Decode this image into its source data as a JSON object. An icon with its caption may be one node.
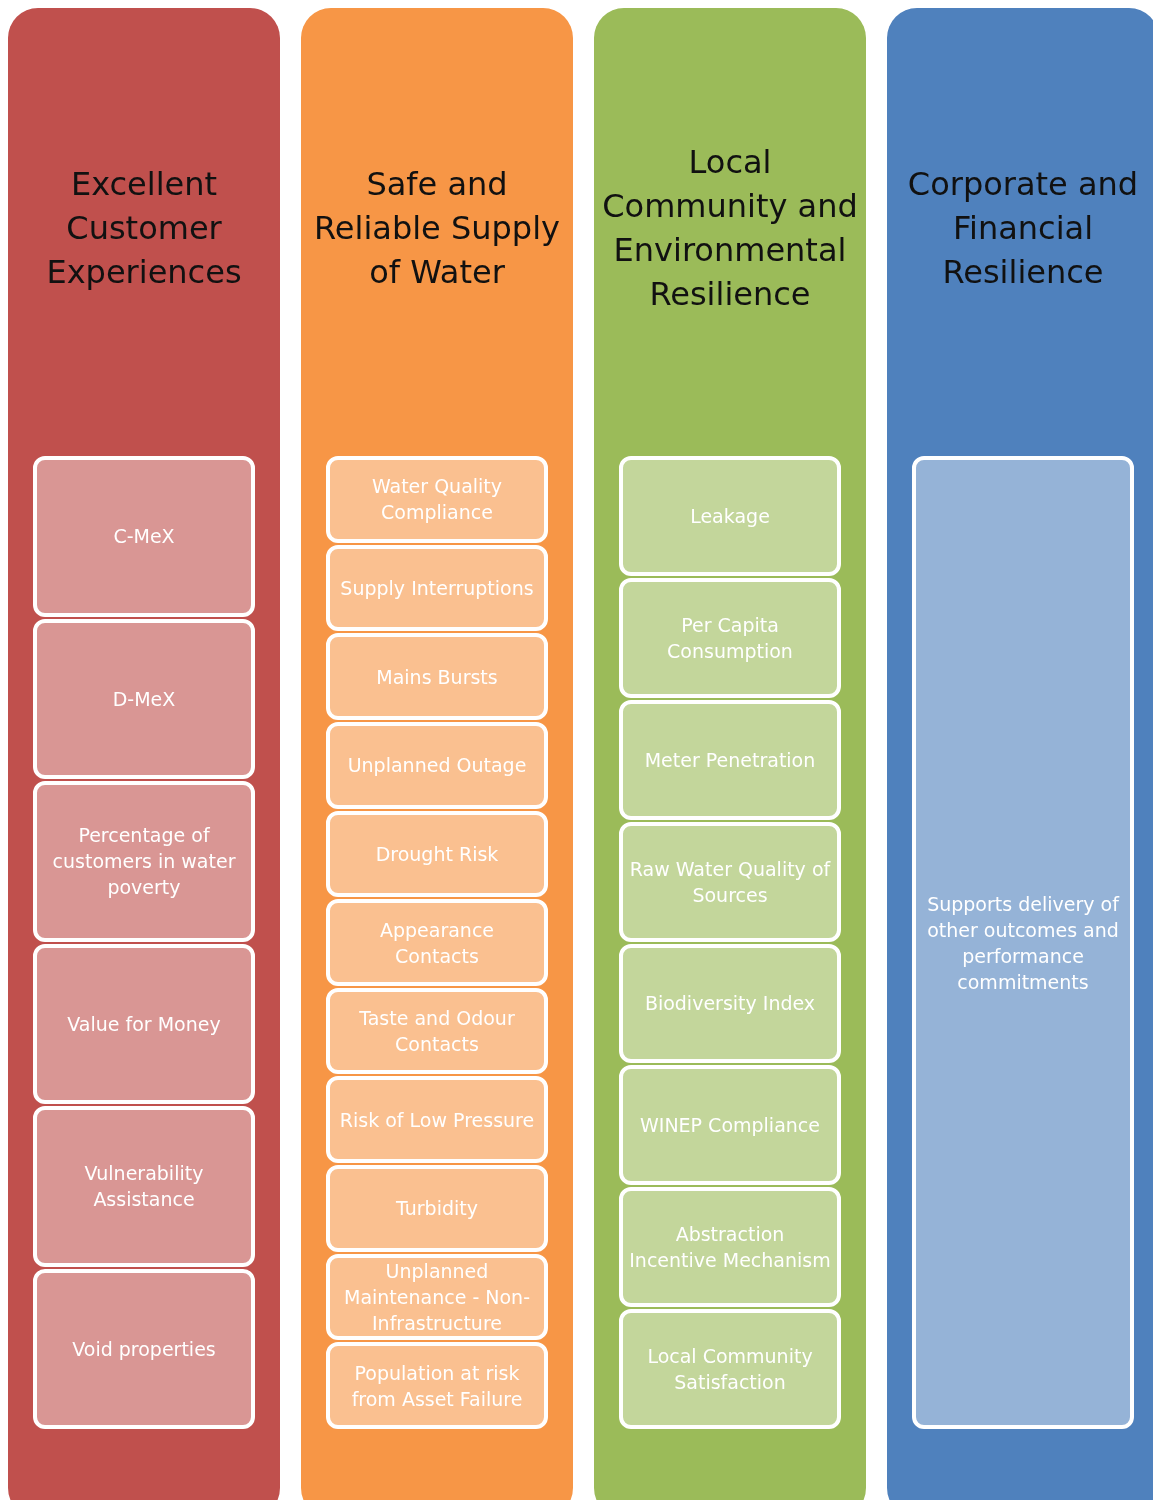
{
  "diagram": {
    "nodes": [
      {
        "text": [
          "Excellent Customer Experiences"
        ]
      },
      {
        "text": [
          "C-MeX"
        ],
        "in": 0
      },
      {
        "text": [
          "D-MeX"
        ],
        "in": 0
      },
      {
        "text": [
          "Percentage of customers in water poverty"
        ],
        "in": 0
      },
      {
        "text": [
          "Value for Money"
        ],
        "in": 0
      },
      {
        "text": [
          "Vulnerability Assistance"
        ],
        "in": 0
      },
      {
        "text": [
          "Void properties"
        ],
        "in": 0
      },
      {
        "text": [
          "Safe and Reliable Supply of Water"
        ]
      },
      {
        "text": [
          "Water Quality Compliance"
        ],
        "in": 7
      },
      {
        "text": [
          "Supply Interruptions"
        ],
        "in": 7
      },
      {
        "text": [
          "Mains Bursts"
        ],
        "in": 7
      },
      {
        "text": [
          "Unplanned Outage"
        ],
        "in": 7
      },
      {
        "text": [
          "Drought Risk"
        ],
        "in": 7
      },
      {
        "text": [
          "Appearance Contacts"
        ],
        "in": 7
      },
      {
        "text": [
          "Taste and Odour Contacts"
        ],
        "in": 7
      },
      {
        "text": [
          "Risk of Low Pressure"
        ],
        "in": 7
      },
      {
        "text": [
          "Turbidity"
        ],
        "in": 7
      },
      {
        "text": [
          "Unplanned Maintenance - Non-Infrastructure"
        ],
        "in": 7
      },
      {
        "text": [
          "Population at risk from Asset Failure"
        ],
        "in": 7
      },
      {
        "text": [
          "Local Community and Environmental Resilience"
        ]
      },
      {
        "text": [
          "Leakage"
        ],
        "in": 19
      },
      {
        "text": [
          "Per Capita Consumption"
        ],
        "in": 19
      },
      {
        "text": [
          "Meter Penetration"
        ],
        "in": 19
      },
      {
        "text": [
          "Raw Water Quality of Sources"
        ],
        "in": 19
      },
      {
        "text": [
          "Biodiversity Index"
        ],
        "in": 19
      },
      {
        "text": [
          "WINEP Compliance"
        ],
        "in": 19
      },
      {
        "text": [
          "Abstraction Incentive Mechanism"
        ],
        "in": 19
      },
      {
        "text": [
          "Local Community Satisfaction"
        ],
        "in": 19
      },
      {
        "text": [
          "Corporate and Financial Resilience"
        ]
      },
      {
        "text": [
          "Supports delivery of other outcomes and performance commitments"
        ],
        "in": 28
      }
    ]
  }
}
